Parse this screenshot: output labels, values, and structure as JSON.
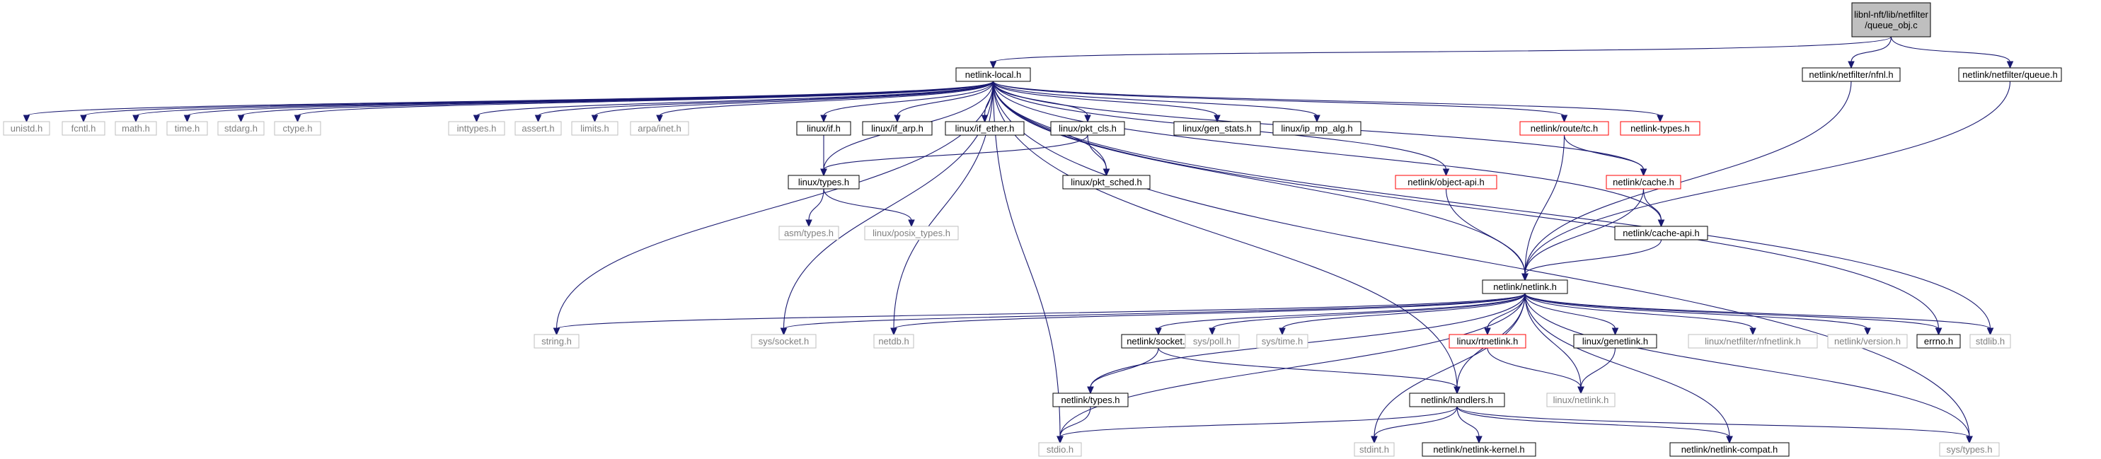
{
  "nodes": [
    {
      "id": "queue_obj",
      "lines": [
        "libnl-nft/lib/netfilter",
        "/queue_obj.c"
      ],
      "style": "root"
    },
    {
      "id": "netlink_local",
      "lines": [
        "netlink-local.h"
      ],
      "style": "doc"
    },
    {
      "id": "nfnl_h",
      "lines": [
        "netlink/netfilter/nfnl.h"
      ],
      "style": "doc"
    },
    {
      "id": "queue_h",
      "lines": [
        "netlink/netfilter/queue.h"
      ],
      "style": "doc"
    },
    {
      "id": "unistd",
      "lines": [
        "unistd.h"
      ],
      "style": "sys"
    },
    {
      "id": "fcntl",
      "lines": [
        "fcntl.h"
      ],
      "style": "sys"
    },
    {
      "id": "math",
      "lines": [
        "math.h"
      ],
      "style": "sys"
    },
    {
      "id": "time",
      "lines": [
        "time.h"
      ],
      "style": "sys"
    },
    {
      "id": "stdarg",
      "lines": [
        "stdarg.h"
      ],
      "style": "sys"
    },
    {
      "id": "ctype",
      "lines": [
        "ctype.h"
      ],
      "style": "sys"
    },
    {
      "id": "inttypes",
      "lines": [
        "inttypes.h"
      ],
      "style": "sys"
    },
    {
      "id": "assert",
      "lines": [
        "assert.h"
      ],
      "style": "sys"
    },
    {
      "id": "limits",
      "lines": [
        "limits.h"
      ],
      "style": "sys"
    },
    {
      "id": "arpa_inet",
      "lines": [
        "arpa/inet.h"
      ],
      "style": "sys"
    },
    {
      "id": "linux_if",
      "lines": [
        "linux/if.h"
      ],
      "style": "doc"
    },
    {
      "id": "linux_if_arp",
      "lines": [
        "linux/if_arp.h"
      ],
      "style": "doc"
    },
    {
      "id": "linux_if_ether",
      "lines": [
        "linux/if_ether.h"
      ],
      "style": "doc"
    },
    {
      "id": "linux_pkt_cls",
      "lines": [
        "linux/pkt_cls.h"
      ],
      "style": "doc"
    },
    {
      "id": "linux_gen_stats",
      "lines": [
        "linux/gen_stats.h"
      ],
      "style": "doc"
    },
    {
      "id": "linux_ip_mp_alg",
      "lines": [
        "linux/ip_mp_alg.h"
      ],
      "style": "doc"
    },
    {
      "id": "route_tc",
      "lines": [
        "netlink/route/tc.h"
      ],
      "style": "red"
    },
    {
      "id": "netlink_types_r",
      "lines": [
        "netlink-types.h"
      ],
      "style": "red"
    },
    {
      "id": "linux_types",
      "lines": [
        "linux/types.h"
      ],
      "style": "doc"
    },
    {
      "id": "linux_pkt_sched",
      "lines": [
        "linux/pkt_sched.h"
      ],
      "style": "doc"
    },
    {
      "id": "object_api",
      "lines": [
        "netlink/object-api.h"
      ],
      "style": "red"
    },
    {
      "id": "cache_h",
      "lines": [
        "netlink/cache.h"
      ],
      "style": "red"
    },
    {
      "id": "asm_types",
      "lines": [
        "asm/types.h"
      ],
      "style": "sys"
    },
    {
      "id": "posix_types",
      "lines": [
        "linux/posix_types.h"
      ],
      "style": "sys"
    },
    {
      "id": "cache_api",
      "lines": [
        "netlink/cache-api.h"
      ],
      "style": "doc"
    },
    {
      "id": "netlink_h",
      "lines": [
        "netlink/netlink.h"
      ],
      "style": "doc"
    },
    {
      "id": "string",
      "lines": [
        "string.h"
      ],
      "style": "sys"
    },
    {
      "id": "sys_socket",
      "lines": [
        "sys/socket.h"
      ],
      "style": "sys"
    },
    {
      "id": "netdb",
      "lines": [
        "netdb.h"
      ],
      "style": "sys"
    },
    {
      "id": "nl_socket",
      "lines": [
        "netlink/socket.h"
      ],
      "style": "doc"
    },
    {
      "id": "sys_poll",
      "lines": [
        "sys/poll.h"
      ],
      "style": "sys"
    },
    {
      "id": "sys_time",
      "lines": [
        "sys/time.h"
      ],
      "style": "sys"
    },
    {
      "id": "linux_rtnetlink",
      "lines": [
        "linux/rtnetlink.h"
      ],
      "style": "red"
    },
    {
      "id": "linux_genetlink",
      "lines": [
        "linux/genetlink.h"
      ],
      "style": "doc"
    },
    {
      "id": "nfnetlink",
      "lines": [
        "linux/netfilter/nfnetlink.h"
      ],
      "style": "sys"
    },
    {
      "id": "nl_version",
      "lines": [
        "netlink/version.h"
      ],
      "style": "sys"
    },
    {
      "id": "errno",
      "lines": [
        "errno.h"
      ],
      "style": "doc"
    },
    {
      "id": "stdlib",
      "lines": [
        "stdlib.h"
      ],
      "style": "sys"
    },
    {
      "id": "nl_types",
      "lines": [
        "netlink/types.h"
      ],
      "style": "doc"
    },
    {
      "id": "handlers",
      "lines": [
        "netlink/handlers.h"
      ],
      "style": "doc"
    },
    {
      "id": "linux_netlink",
      "lines": [
        "linux/netlink.h"
      ],
      "style": "sys"
    },
    {
      "id": "stdio",
      "lines": [
        "stdio.h"
      ],
      "style": "sys"
    },
    {
      "id": "stdint",
      "lines": [
        "stdint.h"
      ],
      "style": "sys"
    },
    {
      "id": "nl_kernel",
      "lines": [
        "netlink/netlink-kernel.h"
      ],
      "style": "doc"
    },
    {
      "id": "nl_compat",
      "lines": [
        "netlink/netlink-compat.h"
      ],
      "style": "doc"
    },
    {
      "id": "sys_types",
      "lines": [
        "sys/types.h"
      ],
      "style": "sys"
    }
  ],
  "edges": [
    [
      "queue_obj",
      "netlink_local"
    ],
    [
      "queue_obj",
      "nfnl_h"
    ],
    [
      "queue_obj",
      "queue_h"
    ],
    [
      "nfnl_h",
      "netlink_h"
    ],
    [
      "queue_h",
      "netlink_h"
    ],
    [
      "netlink_local",
      "unistd"
    ],
    [
      "netlink_local",
      "fcntl"
    ],
    [
      "netlink_local",
      "math"
    ],
    [
      "netlink_local",
      "time"
    ],
    [
      "netlink_local",
      "stdarg"
    ],
    [
      "netlink_local",
      "ctype"
    ],
    [
      "netlink_local",
      "inttypes"
    ],
    [
      "netlink_local",
      "assert"
    ],
    [
      "netlink_local",
      "limits"
    ],
    [
      "netlink_local",
      "arpa_inet"
    ],
    [
      "netlink_local",
      "linux_if"
    ],
    [
      "netlink_local",
      "linux_if_arp"
    ],
    [
      "netlink_local",
      "linux_if_ether"
    ],
    [
      "netlink_local",
      "linux_pkt_cls"
    ],
    [
      "netlink_local",
      "linux_gen_stats"
    ],
    [
      "netlink_local",
      "linux_ip_mp_alg"
    ],
    [
      "netlink_local",
      "route_tc"
    ],
    [
      "netlink_local",
      "netlink_types_r"
    ],
    [
      "netlink_local",
      "linux_types"
    ],
    [
      "netlink_local",
      "linux_pkt_sched"
    ],
    [
      "netlink_local",
      "object_api"
    ],
    [
      "netlink_local",
      "cache_h"
    ],
    [
      "netlink_local",
      "cache_api"
    ],
    [
      "netlink_local",
      "netlink_h"
    ],
    [
      "netlink_local",
      "string"
    ],
    [
      "netlink_local",
      "sys_socket"
    ],
    [
      "netlink_local",
      "netdb"
    ],
    [
      "netlink_local",
      "stdio"
    ],
    [
      "netlink_local",
      "handlers"
    ],
    [
      "netlink_local",
      "errno"
    ],
    [
      "netlink_local",
      "stdlib"
    ],
    [
      "netlink_local",
      "sys_types"
    ],
    [
      "linux_if",
      "linux_types"
    ],
    [
      "linux_pkt_cls",
      "linux_types"
    ],
    [
      "linux_pkt_cls",
      "linux_pkt_sched"
    ],
    [
      "linux_types",
      "asm_types"
    ],
    [
      "linux_types",
      "posix_types"
    ],
    [
      "route_tc",
      "netlink_h"
    ],
    [
      "route_tc",
      "cache_h"
    ],
    [
      "object_api",
      "netlink_h"
    ],
    [
      "cache_h",
      "netlink_h"
    ],
    [
      "cache_h",
      "cache_api"
    ],
    [
      "cache_api",
      "netlink_h"
    ],
    [
      "netlink_h",
      "string"
    ],
    [
      "netlink_h",
      "sys_socket"
    ],
    [
      "netlink_h",
      "netdb"
    ],
    [
      "netlink_h",
      "stdio"
    ],
    [
      "netlink_h",
      "nl_types"
    ],
    [
      "netlink_h",
      "nl_socket"
    ],
    [
      "netlink_h",
      "sys_poll"
    ],
    [
      "netlink_h",
      "sys_time"
    ],
    [
      "netlink_h",
      "stdint"
    ],
    [
      "netlink_h",
      "handlers"
    ],
    [
      "netlink_h",
      "linux_netlink"
    ],
    [
      "netlink_h",
      "linux_rtnetlink"
    ],
    [
      "netlink_h",
      "linux_genetlink"
    ],
    [
      "netlink_h",
      "nfnetlink"
    ],
    [
      "netlink_h",
      "nl_version"
    ],
    [
      "netlink_h",
      "nl_compat"
    ],
    [
      "netlink_h",
      "errno"
    ],
    [
      "netlink_h",
      "stdlib"
    ],
    [
      "netlink_h",
      "sys_types"
    ],
    [
      "nl_socket",
      "nl_types"
    ],
    [
      "nl_socket",
      "handlers"
    ],
    [
      "linux_rtnetlink",
      "linux_netlink"
    ],
    [
      "linux_genetlink",
      "linux_netlink"
    ],
    [
      "nl_types",
      "stdio"
    ],
    [
      "handlers",
      "stdio"
    ],
    [
      "handlers",
      "stdint"
    ],
    [
      "handlers",
      "nl_kernel"
    ],
    [
      "handlers",
      "nl_compat"
    ],
    [
      "handlers",
      "sys_types"
    ]
  ],
  "colors": {
    "edge": "#191970",
    "box_dark": "#000000",
    "box_gray": "#bfbfbf",
    "box_red": "#ff0000",
    "root_fill": "#bfbfbf",
    "text_dark": "#000000",
    "text_gray": "#808080"
  }
}
